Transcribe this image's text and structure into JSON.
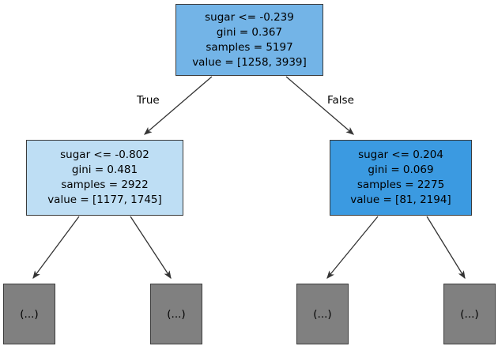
{
  "diagram": {
    "type": "decision-tree",
    "title": "",
    "colors": {
      "root_fill": "#73b4e7",
      "left_child_fill": "#bedef4",
      "right_child_fill": "#3b9ae1",
      "leaf_fill": "#808080",
      "border": "#3c3c3c",
      "edge": "#333333",
      "text": "#000000",
      "background": "#ffffff"
    },
    "edge_labels": {
      "true": "True",
      "false": "False"
    },
    "nodes": {
      "root": {
        "condition": "sugar <= -0.239",
        "gini": "gini = 0.367",
        "samples": "samples = 5197",
        "value": "value = [1258, 3939]"
      },
      "left_child": {
        "condition": "sugar <= -0.802",
        "gini": "gini = 0.481",
        "samples": "samples = 2922",
        "value": "value = [1177, 1745]"
      },
      "right_child": {
        "condition": "sugar <= 0.204",
        "gini": "gini = 0.069",
        "samples": "samples = 2275",
        "value": "value = [81, 2194]"
      }
    },
    "leaves": [
      {
        "label": "(...)"
      },
      {
        "label": "(...)"
      },
      {
        "label": "(...)"
      },
      {
        "label": "(...)"
      }
    ]
  }
}
